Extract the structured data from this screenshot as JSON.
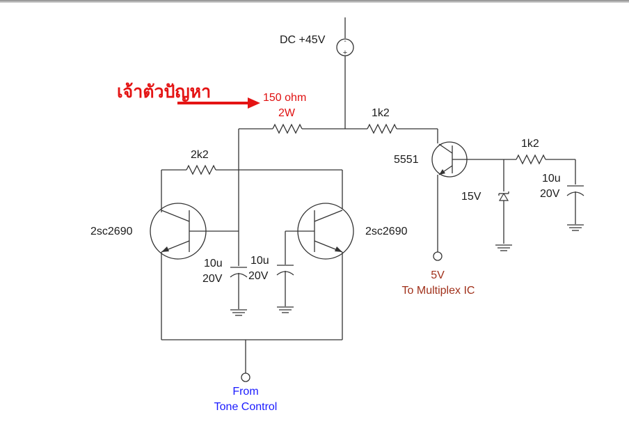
{
  "callout": {
    "text": "เจ้าตัวปัญหา",
    "color": "#e41414"
  },
  "labels": {
    "dc_supply": "DC +45V",
    "supply_minus": "-",
    "supply_plus": "+",
    "r_150_line1": "150 ohm",
    "r_150_line2": "2W",
    "r_1k2_a": "1k2",
    "r_1k2_b": "1k2",
    "r_2k2": "2k2",
    "transistor_5551": "5551",
    "zener": "15V",
    "cap_right_line1": "10u",
    "cap_right_line2": "20V",
    "transistor_left": "2sc2690",
    "transistor_right": "2sc2690",
    "cap_left_line1": "10u",
    "cap_left_line2": "20V",
    "cap_mid_line1": "10u",
    "cap_mid_line2": "20V",
    "output_line1": "5V",
    "output_line2": "To Multiplex IC",
    "input_line1": "From",
    "input_line2": "Tone Control"
  },
  "colors": {
    "wire": "#333333",
    "highlight": "#e01010",
    "output_text": "#a0301a",
    "input_text": "#1a1aff"
  }
}
